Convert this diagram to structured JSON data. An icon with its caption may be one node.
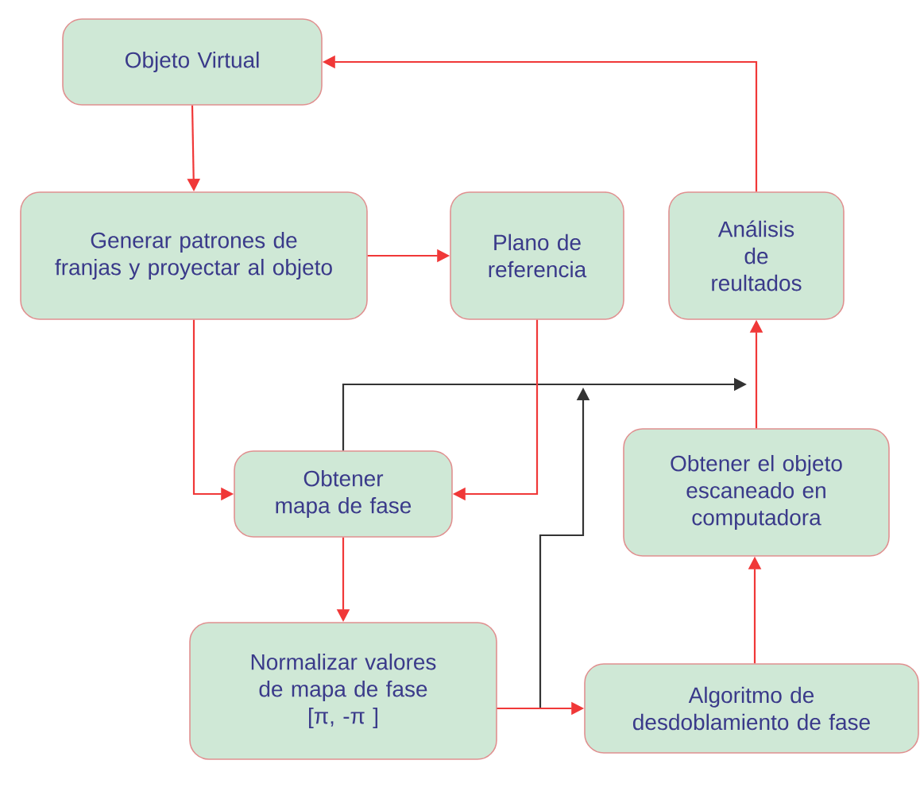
{
  "diagram": {
    "nodes": [
      {
        "text": [
          "Objeto Virtual"
        ]
      },
      {
        "text": [
          "Generar patrones de franjas y proyectar al objeto"
        ]
      },
      {
        "text": [
          "Plano de referencia"
        ]
      },
      {
        "text": [
          "Análisis de reultados"
        ]
      },
      {
        "text": [
          "Obtener mapa de fase"
        ]
      },
      {
        "text": [
          "Obtener el objeto escaneado en computadora"
        ]
      },
      {
        "text": [
          "Normalizar valores de mapa de fase",
          "[π, -π ]"
        ]
      },
      {
        "text": [
          "Algoritmo de desdoblamiento de fase"
        ]
      }
    ],
    "edges": [
      {
        "from": 0,
        "to": 1,
        "arrow": "to"
      },
      {
        "from": 1,
        "to": 2,
        "arrow": "to"
      },
      {
        "from": 1,
        "to": 4,
        "arrow": "to"
      },
      {
        "from": 2,
        "to": 4,
        "arrow": "to"
      },
      {
        "from": 3,
        "to": 0,
        "arrow": "to"
      },
      {
        "from": 4,
        "to": 6,
        "arrow": "to"
      },
      {
        "from": 6,
        "to": 7,
        "arrow": "to"
      },
      {
        "from": 7,
        "to": 5,
        "arrow": "to"
      },
      {
        "from": 5,
        "to": 3,
        "arrow": "to"
      },
      {
        "from": 4,
        "to": null,
        "arrow": "to",
        "color": "#333333"
      },
      {
        "from": 6,
        "to": null,
        "arrow": "to",
        "color": "#333333"
      }
    ]
  }
}
